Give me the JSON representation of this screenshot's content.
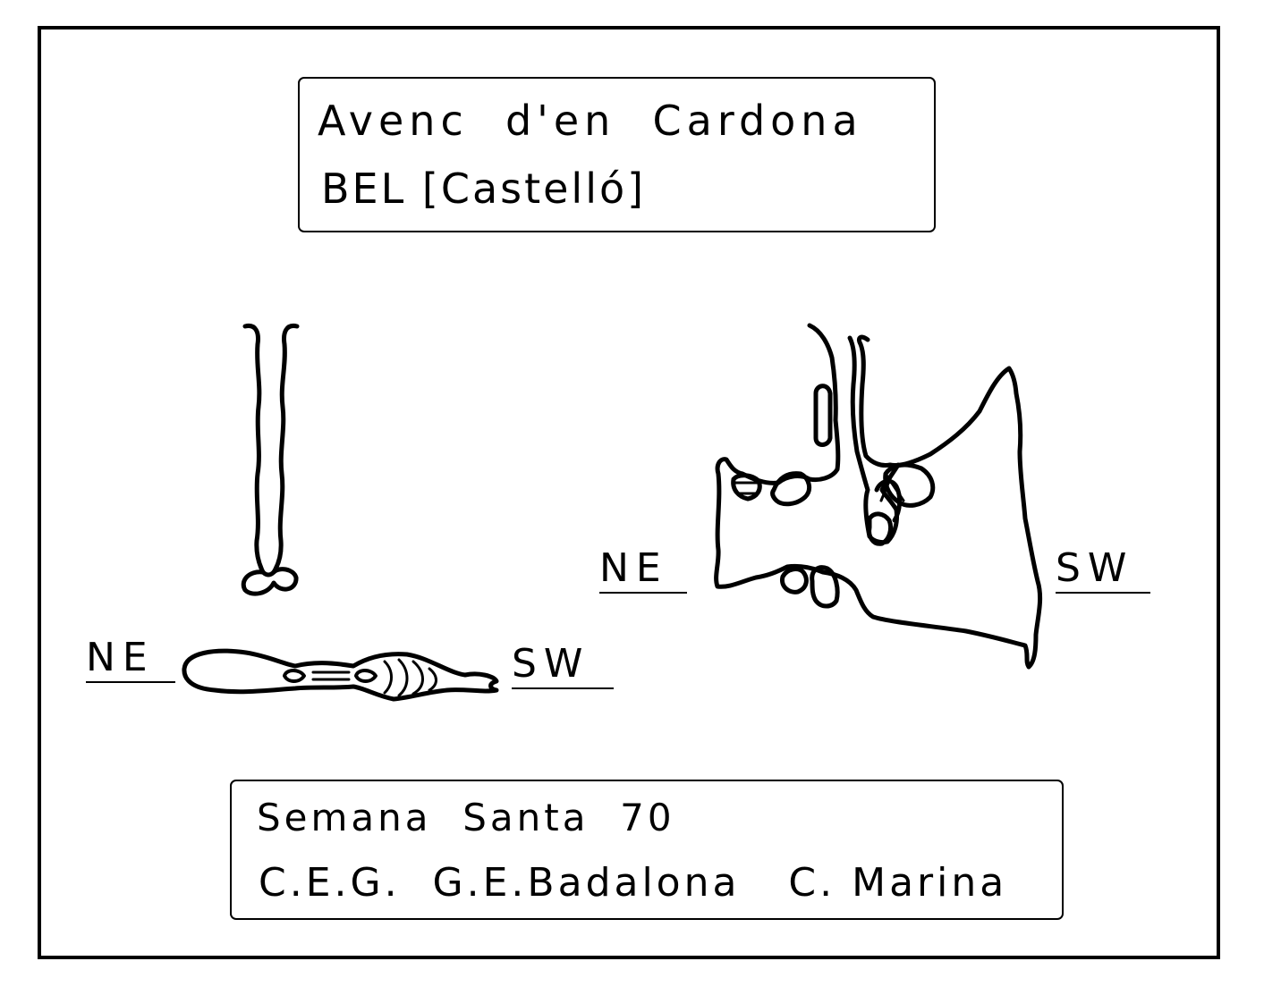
{
  "title": {
    "line1": "Avenc  d'en  Cardona",
    "line2": "BEL [Castelló]"
  },
  "credits": {
    "line1": "Semana  Santa  70",
    "line2": "C.E.G.  G.E.Badalona   C. Marina"
  },
  "plan_view": {
    "left_label": "NE",
    "right_label": "SW"
  },
  "section_view": {
    "left_label": "NE",
    "right_label": "SW"
  }
}
